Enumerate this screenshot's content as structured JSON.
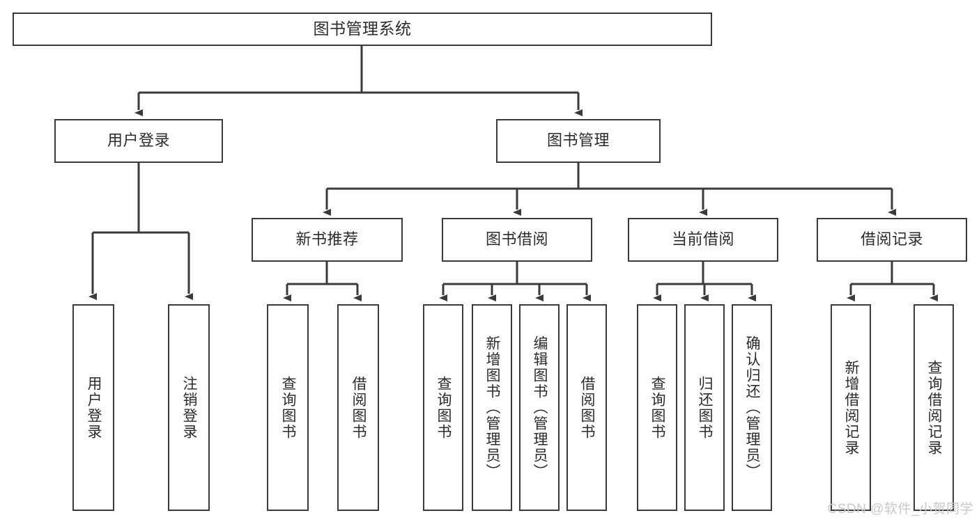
{
  "diagram": {
    "type": "tree-hierarchy-diagram",
    "title": "图书管理系统",
    "watermark": "CSDN @软件_小贺同学",
    "colors": {
      "background": "#ffffff",
      "box_border": "#3a3a3c",
      "text": "#2b2b2d",
      "edge": "#3a3a3c",
      "watermark_text": "#c9c9cb"
    },
    "nodes": {
      "root": {
        "label": "图书管理系统",
        "level": 0
      },
      "level1": [
        {
          "id": "user-login",
          "label": "用户登录"
        },
        {
          "id": "book-management",
          "label": "图书管理"
        }
      ],
      "level2": [
        {
          "id": "new-book-recommend",
          "label": "新书推荐",
          "parent": "book-management"
        },
        {
          "id": "book-borrow",
          "label": "图书借阅",
          "parent": "book-management"
        },
        {
          "id": "current-borrow",
          "label": "当前借阅",
          "parent": "book-management"
        },
        {
          "id": "borrow-record",
          "label": "借阅记录",
          "parent": "book-management"
        }
      ],
      "leaves": [
        {
          "id": "leaf-user-login",
          "label": "用户登录",
          "parent": "user-login"
        },
        {
          "id": "leaf-logout-login",
          "label": "注销登录",
          "parent": "user-login"
        },
        {
          "id": "leaf-query-book-1",
          "label": "查询图书",
          "parent": "new-book-recommend"
        },
        {
          "id": "leaf-borrow-book-1",
          "label": "借阅图书",
          "parent": "new-book-recommend"
        },
        {
          "id": "leaf-query-book-2",
          "label": "查询图书",
          "parent": "book-borrow"
        },
        {
          "id": "leaf-add-book",
          "label": "新增图书（管理员）",
          "parent": "book-borrow"
        },
        {
          "id": "leaf-edit-book",
          "label": "编辑图书（管理员）",
          "parent": "book-borrow"
        },
        {
          "id": "leaf-borrow-book-2",
          "label": "借阅图书",
          "parent": "book-borrow"
        },
        {
          "id": "leaf-query-book-3",
          "label": "查询图书",
          "parent": "current-borrow"
        },
        {
          "id": "leaf-return-book",
          "label": "归还图书",
          "parent": "current-borrow"
        },
        {
          "id": "leaf-confirm-return",
          "label": "确认归还（管理员）",
          "parent": "current-borrow"
        },
        {
          "id": "leaf-add-record",
          "label": "新增借阅记录",
          "parent": "borrow-record"
        },
        {
          "id": "leaf-query-record",
          "label": "查询借阅记录",
          "parent": "borrow-record"
        }
      ]
    }
  }
}
